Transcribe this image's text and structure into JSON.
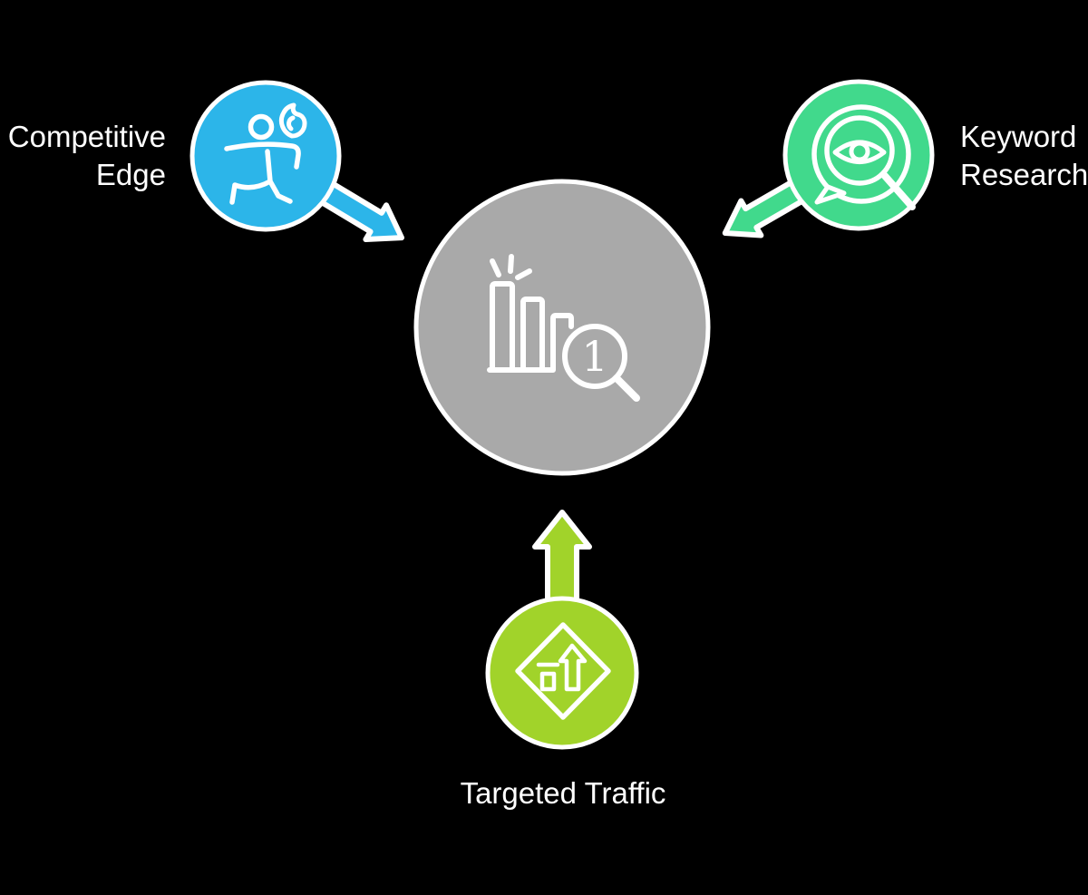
{
  "colors": {
    "background": "#000000",
    "stroke_white": "#ffffff",
    "text": "#ffffff",
    "center_gray": "#a9a9a9",
    "blue": "#2cb5e9",
    "green": "#41d98c",
    "lime": "#a1d32a"
  },
  "center": {
    "icon": "rank-1-bar-chart-magnifier-icon",
    "rank_value": "1"
  },
  "nodes": [
    {
      "id": "competitive-edge",
      "label_line1": "Competitive",
      "label_line2": "Edge",
      "icon": "hurdler-athlete-icon",
      "color": "#2cb5e9",
      "arrow_direction": "to-center-down-right"
    },
    {
      "id": "keyword-research",
      "label_line1": "Keyword",
      "label_line2": "Research",
      "icon": "eye-magnifier-speech-bubble-icon",
      "color": "#41d98c",
      "arrow_direction": "to-center-down-left"
    },
    {
      "id": "targeted-traffic",
      "label_line1": "Targeted Traffic",
      "label_line2": "",
      "icon": "growth-arrow-diamond-icon",
      "color": "#a1d32a",
      "arrow_direction": "to-center-up"
    }
  ]
}
